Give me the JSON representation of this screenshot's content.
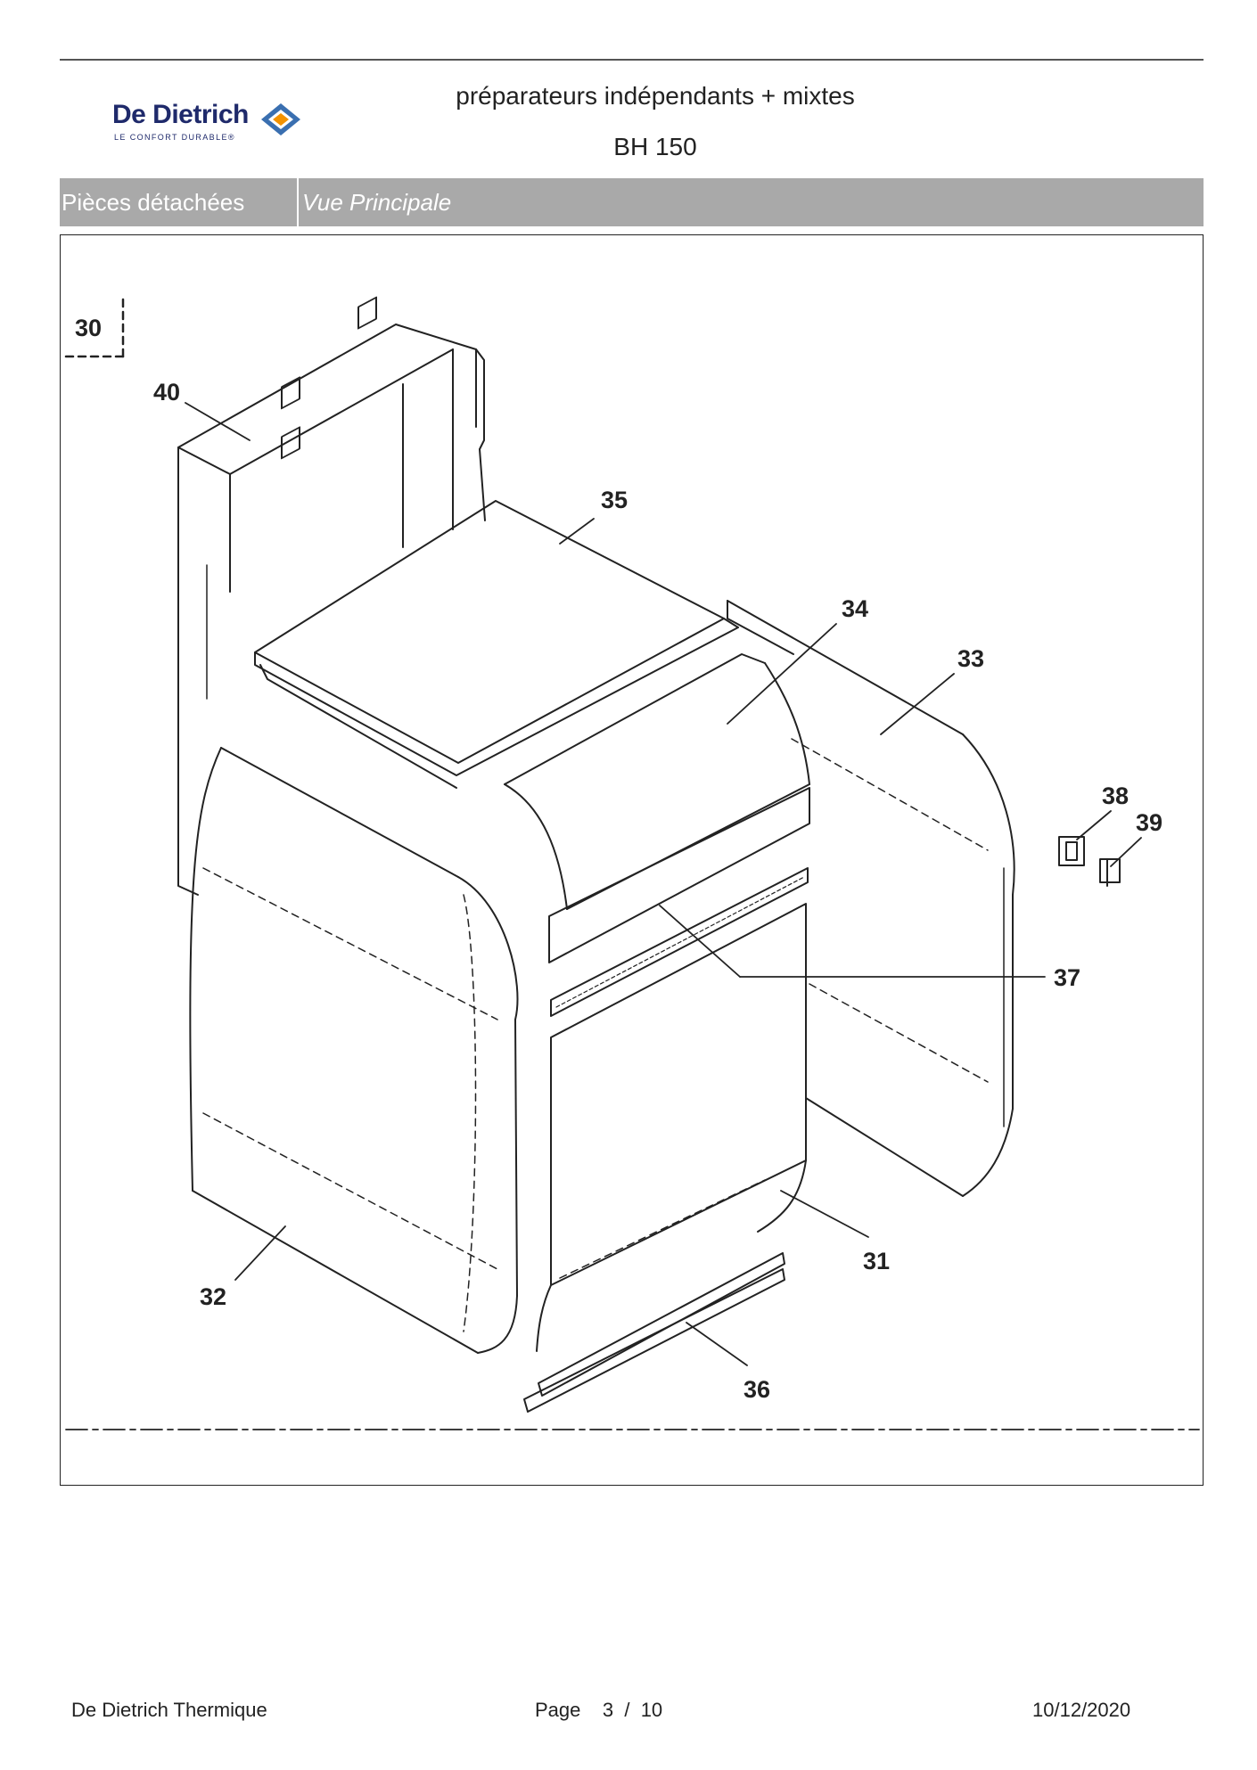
{
  "header": {
    "brand": "De Dietrich",
    "tagline": "LE CONFORT DURABLE®",
    "title": "préparateurs indépendants + mixtes",
    "model": "BH 150"
  },
  "band": {
    "section": "Pièces détachées",
    "view": "Vue Principale"
  },
  "callouts": [
    "30",
    "40",
    "35",
    "34",
    "33",
    "38",
    "39",
    "37",
    "31",
    "32",
    "36"
  ],
  "footer": {
    "company": "De Dietrich Thermique",
    "page_label": "Page",
    "page_current": "3",
    "page_sep": "/",
    "page_total": "10",
    "date": "10/12/2020"
  },
  "colors": {
    "brand": "#1f2a6b",
    "logo_orange": "#f39200",
    "logo_blue": "#3a6fb0",
    "band": "#a9a9a9"
  }
}
